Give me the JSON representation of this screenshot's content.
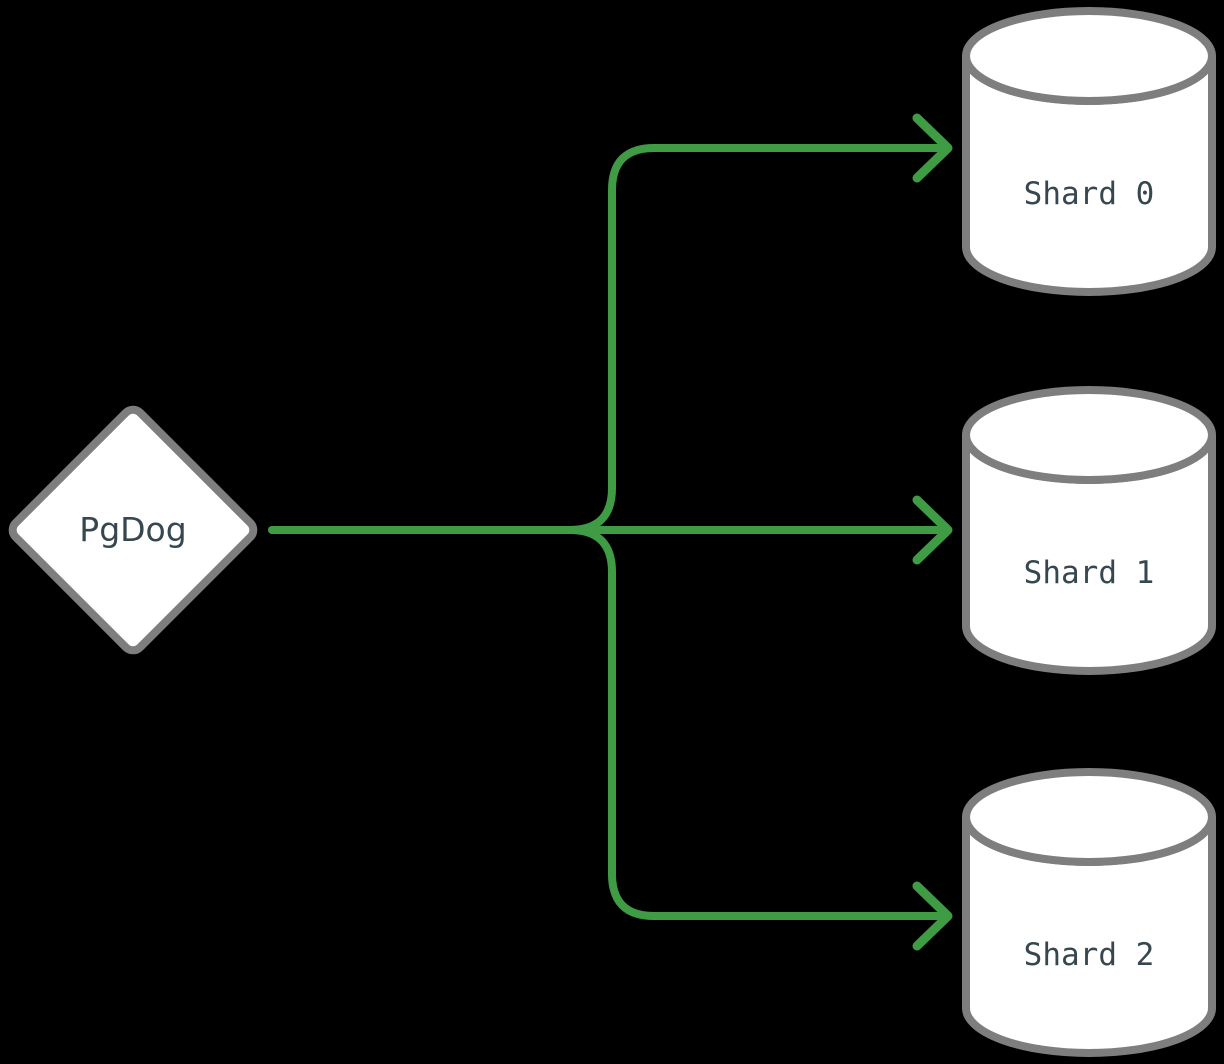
{
  "colors": {
    "background": "#000000",
    "accent_green": "#3f9c45",
    "shape_border": "#7e7e7e",
    "shape_fill": "#ffffff",
    "text_dark": "#37474f"
  },
  "router": {
    "label": "PgDog"
  },
  "shards": [
    {
      "label": "Shard 0"
    },
    {
      "label": "Shard 1"
    },
    {
      "label": "Shard 2"
    }
  ]
}
